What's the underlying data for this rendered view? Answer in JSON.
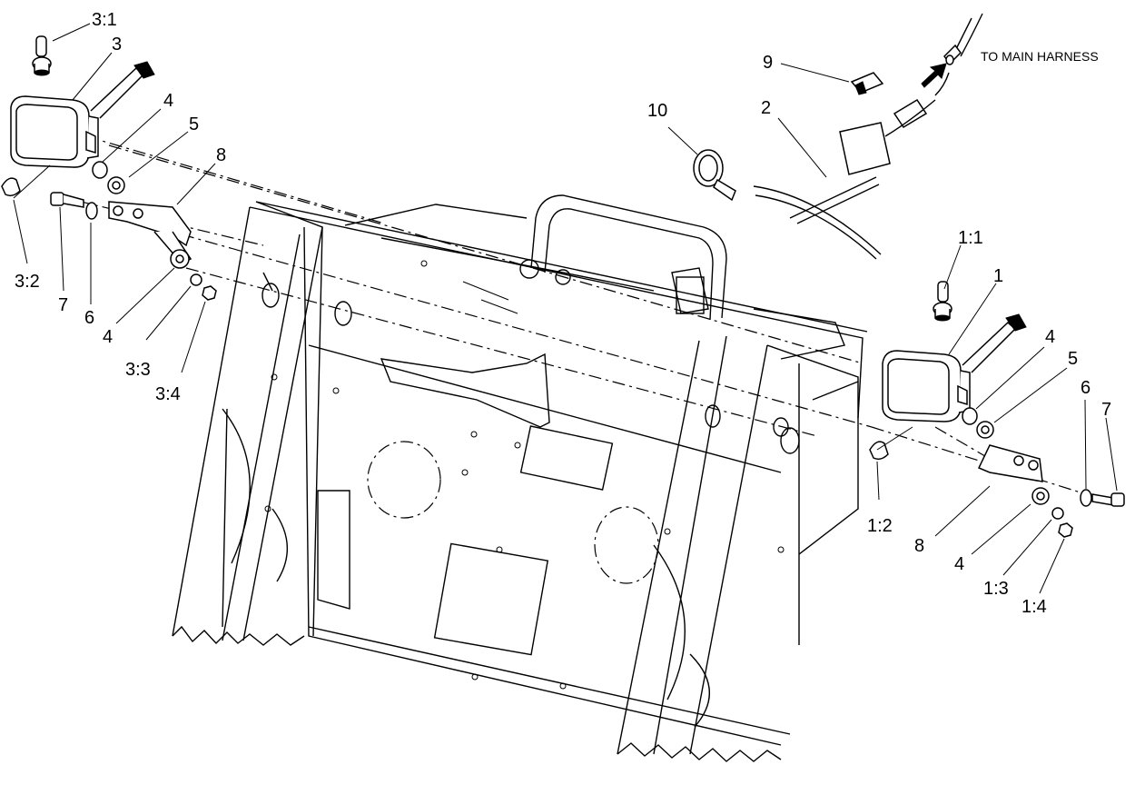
{
  "annotation": {
    "main_harness": "TO MAIN HARNESS"
  },
  "callouts": {
    "c3_1": "3:1",
    "c3": "3",
    "c4_top_left": "4",
    "c5_left": "5",
    "c8_left": "8",
    "c3_2": "3:2",
    "c7_left": "7",
    "c6_left": "6",
    "c4_left": "4",
    "c3_3": "3:3",
    "c3_4": "3:4",
    "c9": "9",
    "c10": "10",
    "c2": "2",
    "c1_1": "1:1",
    "c1": "1",
    "c4_right": "4",
    "c5_right": "5",
    "c6_right": "6",
    "c7_right": "7",
    "c1_2": "1:2",
    "c8_right": "8",
    "c4_right_lower": "4",
    "c1_3": "1:3",
    "c1_4": "1:4"
  }
}
